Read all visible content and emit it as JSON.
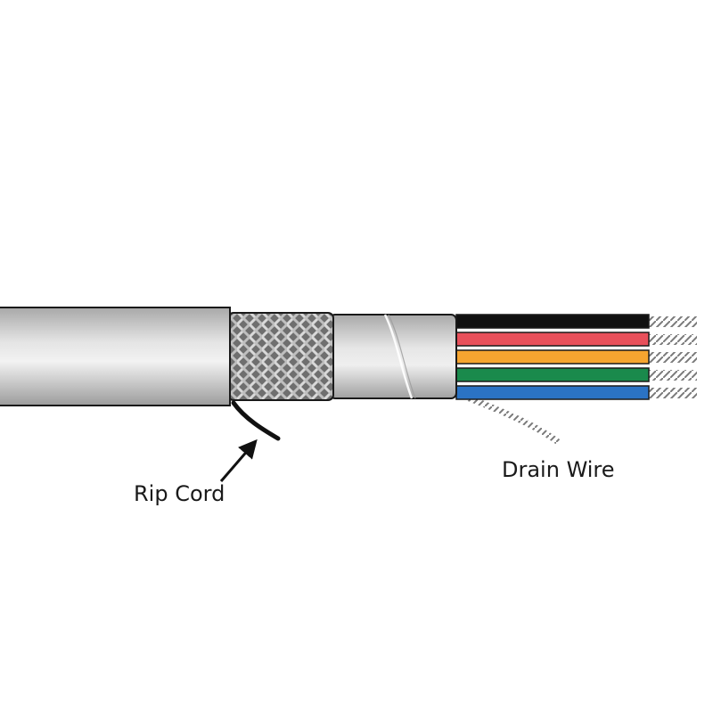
{
  "labels": {
    "rip_cord": "Rip Cord",
    "drain_wire": "Drain Wire"
  },
  "components": {
    "outer_jacket": "outer-jacket",
    "braid_shield": "braid-shield",
    "foil_shield": "foil-shield",
    "rip_cord": "rip-cord",
    "drain_wire": "drain-wire"
  },
  "conductors": [
    {
      "name": "black-conductor",
      "color": "#111111"
    },
    {
      "name": "red-conductor",
      "color": "#e8505b"
    },
    {
      "name": "orange-conductor",
      "color": "#f6a530"
    },
    {
      "name": "green-conductor",
      "color": "#1a8a4c"
    },
    {
      "name": "blue-conductor",
      "color": "#2b73c4"
    }
  ],
  "colors": {
    "jacket": "#bdbdbd",
    "braid": "#8a8a8a",
    "foil": "#c4c4c4",
    "outline": "#1a1a1a"
  }
}
